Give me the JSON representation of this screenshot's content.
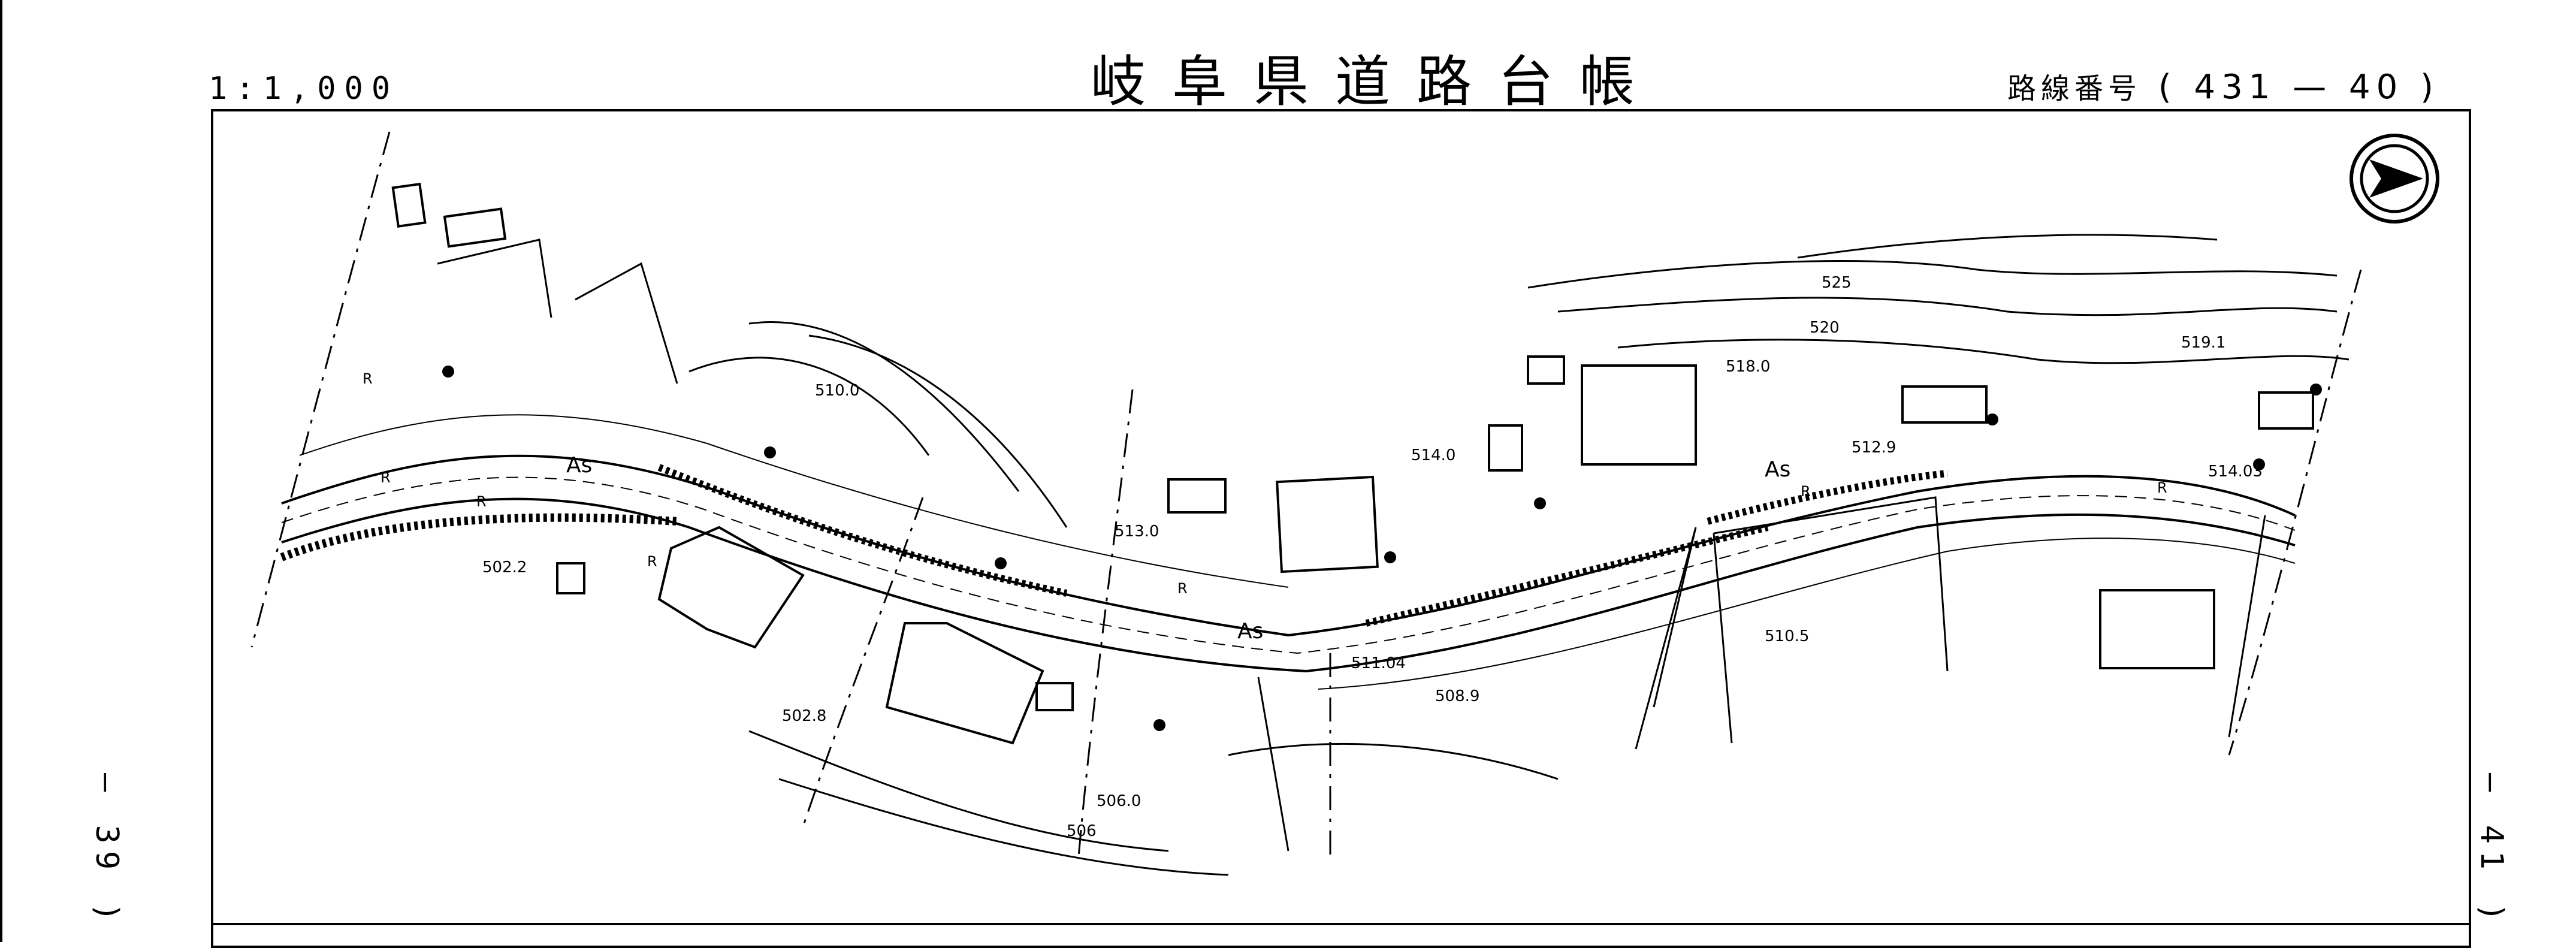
{
  "header": {
    "scale": "1:1,000",
    "title": "岐阜県道路台帳",
    "route_label": "路線番号",
    "route_open": "(",
    "route_number": "431",
    "route_dash": "—",
    "route_sheet": "40",
    "route_close": ")"
  },
  "neighbors": {
    "left_sheet": "— 39 )",
    "right_sheet": "— 41 )"
  },
  "map": {
    "north_arrow": "north-arrow-icon",
    "elevations": [
      "510.0",
      "513.0",
      "514.0",
      "518.0",
      "519.1",
      "520",
      "525",
      "512.9",
      "514.03",
      "502.2",
      "502.8",
      "506.0",
      "508.9",
      "510.5",
      "511.04",
      "506"
    ],
    "surface_labels": [
      "As",
      "As",
      "As"
    ],
    "guardrail_labels": [
      "R",
      "R",
      "R",
      "R",
      "R",
      "R",
      "R"
    ]
  }
}
